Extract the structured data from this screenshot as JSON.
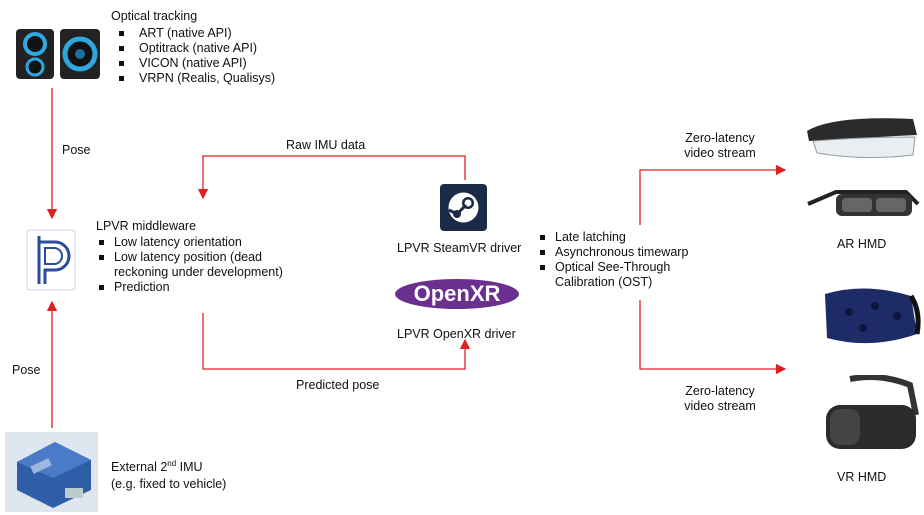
{
  "optical": {
    "title": "Optical tracking",
    "items": [
      "ART (native API)",
      "Optitrack (native API)",
      "VICON (native API)",
      "VRPN (Realis, Qualisys)"
    ]
  },
  "pose_top": "Pose",
  "pose_bottom": "Pose",
  "raw_imu": "Raw IMU data",
  "predicted_pose": "Predicted pose",
  "middleware": {
    "title": "LPVR middleware",
    "items": [
      "Low latency orientation",
      "Low latency position (dead",
      "reckoning under development)",
      "Prediction"
    ]
  },
  "steamvr_driver": "LPVR SteamVR driver",
  "openxr_logo": "OpenXR",
  "openxr_driver": "LPVR OpenXR driver",
  "features": {
    "items": [
      "Late latching",
      "Asynchronous timewarp",
      "Optical See-Through",
      "Calibration (OST)"
    ]
  },
  "stream_top": [
    "Zero-latency",
    "video stream"
  ],
  "stream_bottom": [
    "Zero-latency",
    "video stream"
  ],
  "ar_hmd": "AR HMD",
  "vr_hmd": "VR HMD",
  "external_imu": {
    "line1_pre": "External 2",
    "line1_sup": "nd",
    "line1_post": " IMU",
    "line2": "(e.g. fixed to vehicle)"
  },
  "colors": {
    "arrow": "#e02020",
    "steam": "#1b2a47",
    "openxr": "#6b2f8f",
    "lpvr_logo": "#2a4d9c",
    "imu_box": "#2f5ea8"
  }
}
